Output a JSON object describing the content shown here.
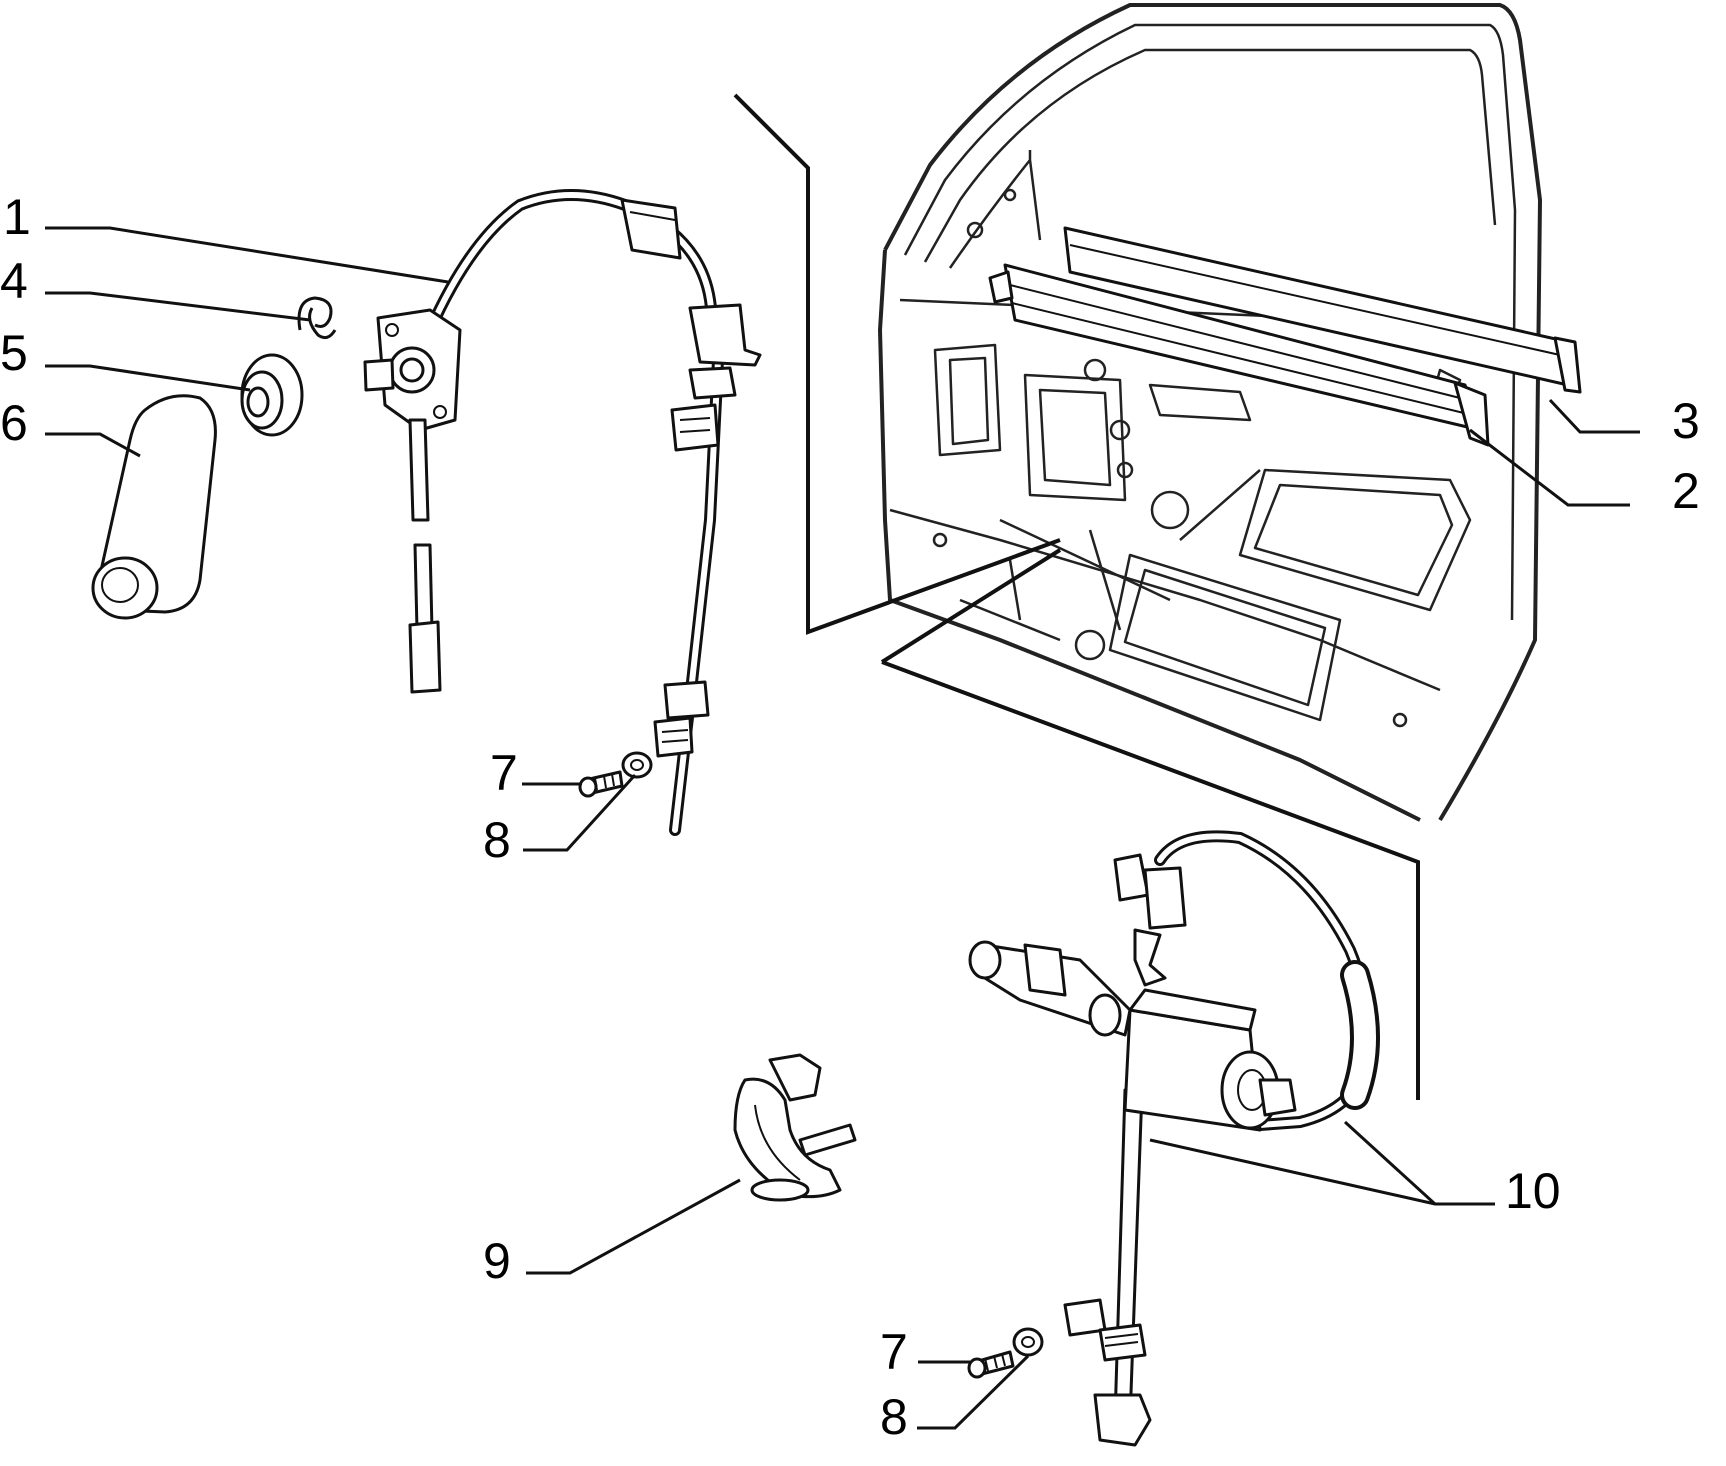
{
  "diagram": {
    "callouts": [
      {
        "id": "1",
        "label": "1"
      },
      {
        "id": "4",
        "label": "4"
      },
      {
        "id": "5",
        "label": "5"
      },
      {
        "id": "6",
        "label": "6"
      },
      {
        "id": "3",
        "label": "3"
      },
      {
        "id": "2",
        "label": "2"
      },
      {
        "id": "7a",
        "label": "7"
      },
      {
        "id": "8a",
        "label": "8"
      },
      {
        "id": "9",
        "label": "9"
      },
      {
        "id": "10",
        "label": "10"
      },
      {
        "id": "7b",
        "label": "7"
      },
      {
        "id": "8b",
        "label": "8"
      }
    ]
  }
}
